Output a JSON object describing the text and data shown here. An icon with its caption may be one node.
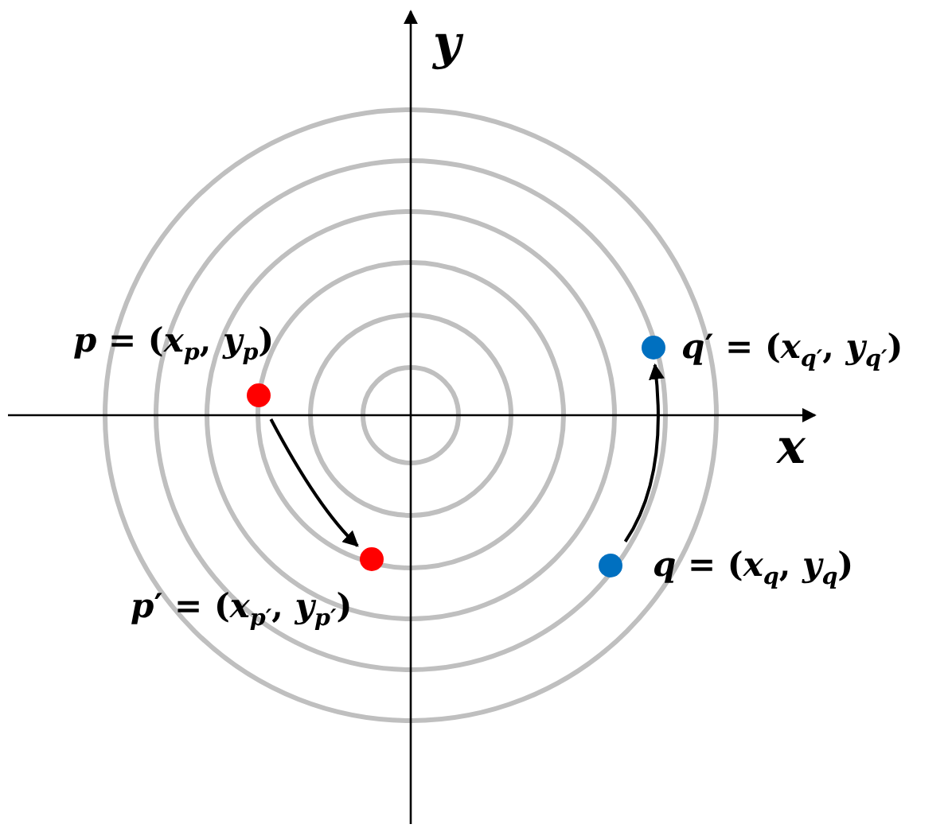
{
  "diagram": {
    "nodes": [
      {
        "text": [],
        "shape": "circle",
        "beside": [
          "*p* = (*x*$_{p}$, *y*$_{p}$)"
        ]
      },
      {
        "text": [],
        "shape": "circle",
        "beside": [
          "*p*′ = (*x*$_{p′}$, *y*$_{p′}$)"
        ]
      },
      {
        "text": [],
        "shape": "circle",
        "beside": [
          "*q* = (*x*$_{q}$, *y*$_{q}$)"
        ]
      },
      {
        "text": [],
        "shape": "circle",
        "beside": [
          "*q*′ = (*x*$_{q′}$, *y*$_{q′}$)"
        ]
      }
    ],
    "edges": [
      {
        "from": 0,
        "to": 1,
        "arrow": "to"
      },
      {
        "from": 2,
        "to": 3,
        "arrow": "to"
      }
    ],
    "labels": [
      "*y*",
      "*x*"
    ]
  }
}
